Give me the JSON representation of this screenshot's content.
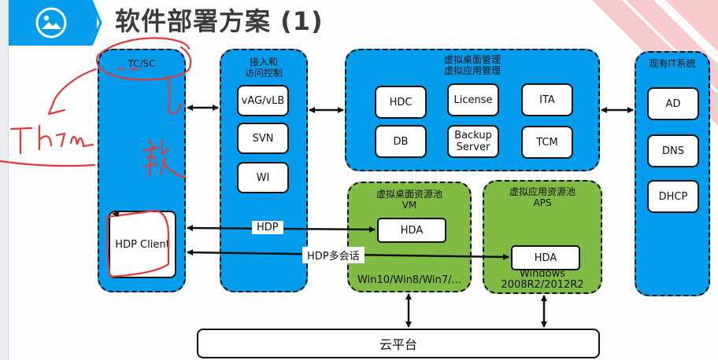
{
  "slide": {
    "title": "软件部署方案 (1)",
    "banner_icon": "image-icon"
  },
  "colors": {
    "group_blue": "#049ded",
    "group_green": "#80bc43",
    "banner_blue": "#049ded",
    "annotation_red": "#e53935"
  },
  "groups": {
    "tcsc": {
      "title": "TC/SC",
      "nodes": [
        {
          "label": "HDP Client"
        }
      ]
    },
    "access": {
      "title_line1": "接入和",
      "title_line2": "访问控制",
      "nodes": [
        {
          "label": "vAG/vLB"
        },
        {
          "label": "SVN"
        },
        {
          "label": "WI"
        }
      ]
    },
    "management": {
      "title_line1": "虚拟桌面管理",
      "title_line2": "虚拟应用管理",
      "nodes": [
        {
          "label": "HDC"
        },
        {
          "label": "License"
        },
        {
          "label": "ITA"
        },
        {
          "label": "DB"
        },
        {
          "label": "Backup Server"
        },
        {
          "label": "TCM"
        }
      ]
    },
    "existing_it": {
      "title": "现有IT系统",
      "nodes": [
        {
          "label": "AD"
        },
        {
          "label": "DNS"
        },
        {
          "label": "DHCP"
        }
      ]
    },
    "desktop_pool": {
      "title_line1": "虚拟桌面资源池",
      "title_line2": "VM",
      "nodes": [
        {
          "label": "HDA"
        }
      ],
      "footer": "Win10/Win8/Win7/..."
    },
    "app_pool": {
      "title_line1": "虚拟应用资源池",
      "title_line2": "APS",
      "nodes": [
        {
          "label": "HDA"
        }
      ],
      "footer_line1": "Windows",
      "footer_line2": "2008R2/2012R2"
    }
  },
  "platform": {
    "label": "云平台"
  },
  "edges": {
    "hdp": "HDP",
    "hdp_multi": "HDP多会话"
  },
  "annotations": {
    "handwriting_1": "Thin",
    "handwriting_2": "软"
  }
}
